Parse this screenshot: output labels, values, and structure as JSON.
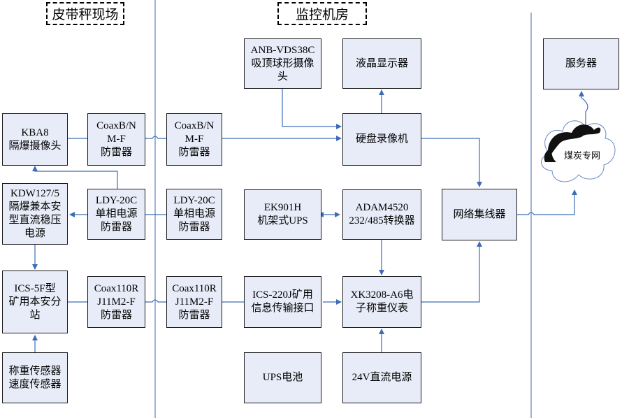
{
  "colors": {
    "box_fill": "#e8ecf8",
    "connector": "#3e6db5",
    "divider": "#6a8ac8",
    "border": "#1a1a1a"
  },
  "headers": {
    "field": "皮带秤现场",
    "control_room": "监控机房"
  },
  "boxes": {
    "kba8": "KBA8\n隔爆摄像头",
    "coax_bnc_1": "CoaxB/N\nM-F\n防雷器",
    "coax_bnc_2": "CoaxB/N\nM-F\n防雷器",
    "anb_camera": "ANB-VDS38C\n吸顶球形摄像\n头",
    "lcd": "液晶显示器",
    "dvr": "硬盘录像机",
    "server": "服务器",
    "kdw_power": "KDW127/5\n隔爆兼本安\n型直流稳压\n电源",
    "ldy_1": "LDY-20C\n单相电源\n防雷器",
    "ldy_2": "LDY-20C\n单相电源\n防雷器",
    "ek901h": "EK901H\n机架式UPS",
    "adam4520": "ADAM4520\n232/485转换器",
    "hub": "网络集线器",
    "ics5f": "ICS-5F型\n矿用本安分\n站",
    "coax110_1": "Coax110R\nJ11M2-F\n防雷器",
    "coax110_2": "Coax110R\nJ11M2-F\n防雷器",
    "ics220j": "ICS-220J矿用\n信息传输接口",
    "xk3208": "XK3208-A6电\n子称重仪表",
    "sensors": "称重传感器\n速度传感器",
    "ups_battery": "UPS电池",
    "dc24v": "24V直流电源"
  },
  "cloud": {
    "label": "煤炭专网",
    "icon": "cloud-icon"
  }
}
